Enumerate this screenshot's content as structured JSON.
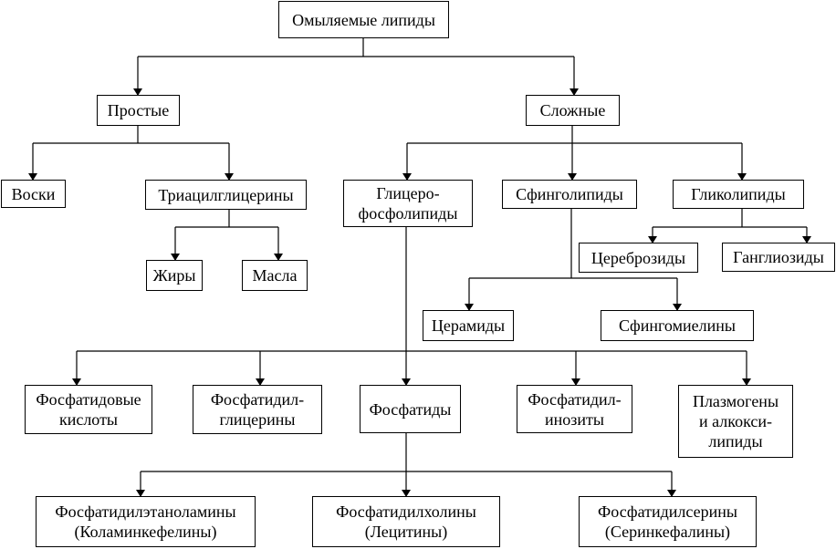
{
  "nodes": {
    "root": "Омыляемые липиды",
    "simple": "Простые",
    "complex": "Сложные",
    "waxes": "Воски",
    "triacylglycerols": "Триацилглицерины",
    "fats": "Жиры",
    "oils": "Масла",
    "glycerophospholipids": "Глицеро-\nфосфолипиды",
    "sphingolipids": "Сфинголипиды",
    "glycolipids": "Гликолипиды",
    "cerebrosides": "Цереброзиды",
    "gangliosides": "Ганглиозиды",
    "ceramides": "Церамиды",
    "sphingomyelins": "Сфингомиелины",
    "phosphatidic_acids": "Фосфатидовые\nкислоты",
    "phosphatidylglycerols": "Фосфатидил-\nглицерины",
    "phosphatides": "Фосфатиды",
    "phosphatidylinositols": "Фосфатидил-\nинозиты",
    "plasmogens": "Плазмогены\nи алкокси-\nлипиды",
    "phosphatidylethanolamines": "Фосфатидилэтаноламины\n(Коламинкефелины)",
    "phosphatidylcholines": "Фосфатидилхолины\n(Лецитины)",
    "phosphatidylserines": "Фосфатидилсерины\n(Серинкефалины)"
  }
}
